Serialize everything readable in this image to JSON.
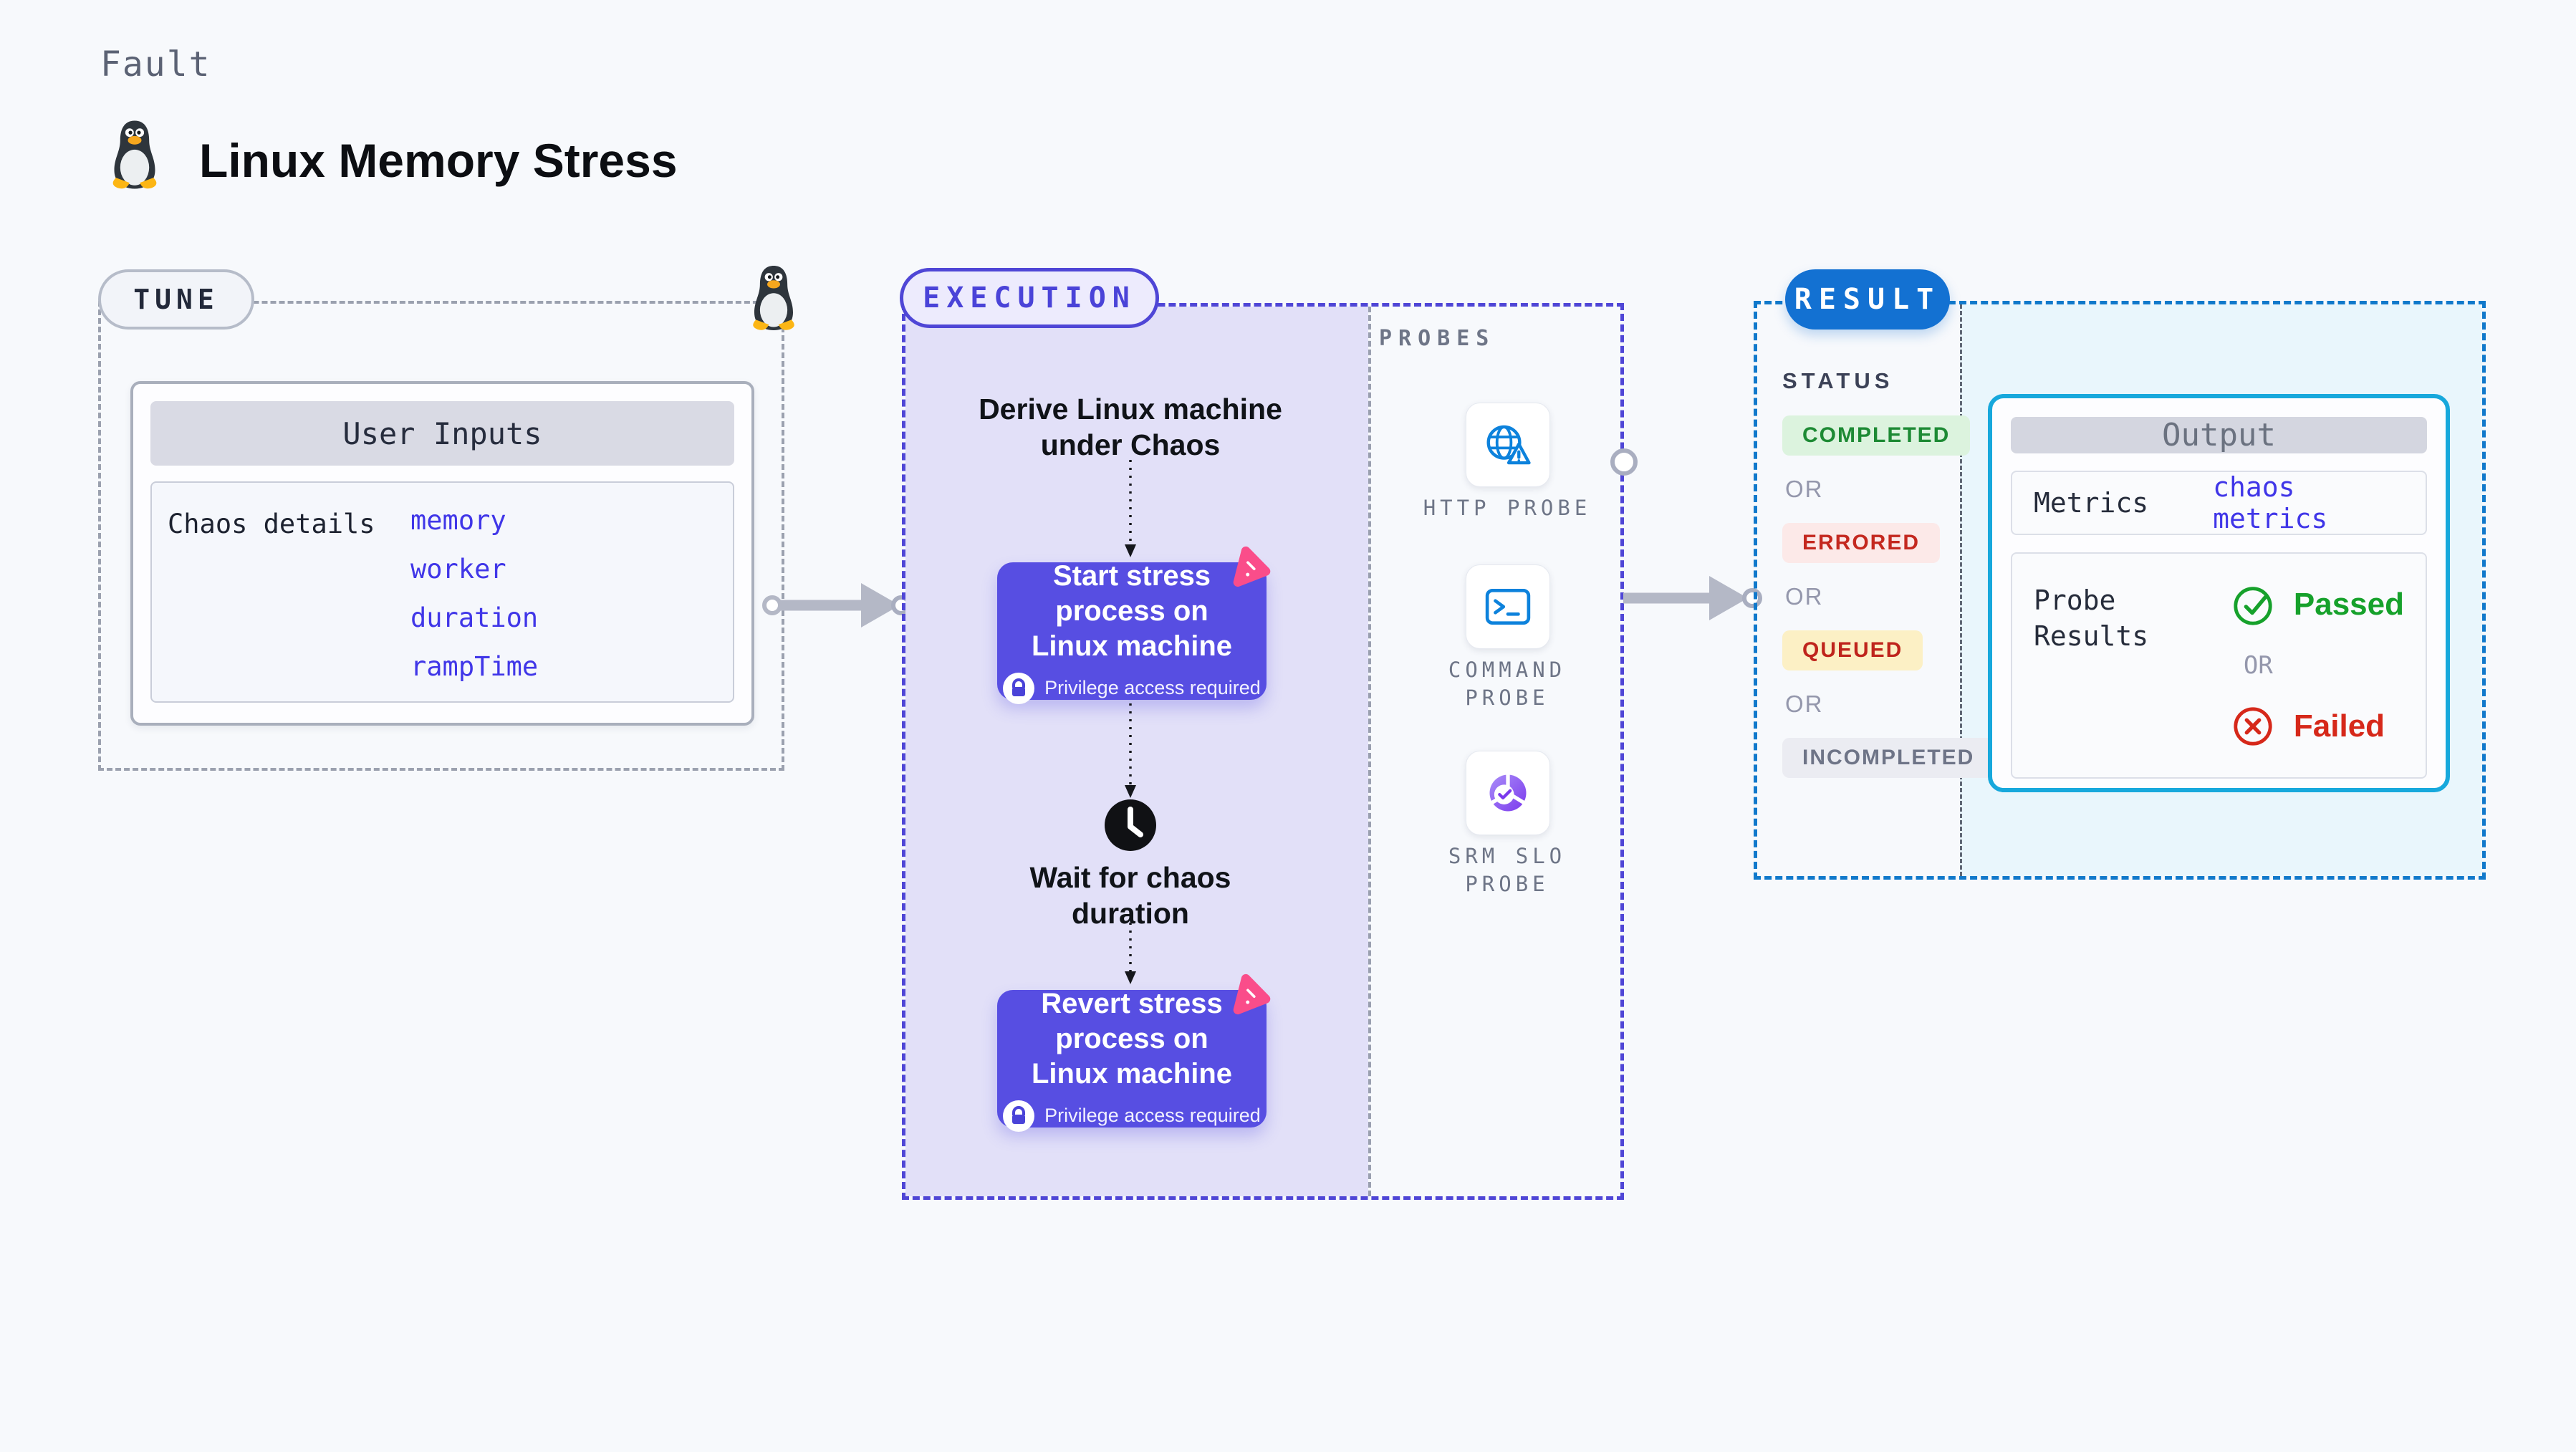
{
  "header": {
    "kicker": "Fault",
    "title": "Linux Memory Stress"
  },
  "tune": {
    "label": "TUNE",
    "card_title": "User Inputs",
    "row_label": "Chaos details",
    "links": [
      "memory",
      "worker",
      "duration",
      "rampTime"
    ]
  },
  "execution": {
    "label": "EXECUTION",
    "derive_text": "Derive Linux machine under Chaos",
    "start_label": "Start stress process on Linux machine",
    "privilege_badge": "Privilege access required",
    "wait_text": "Wait for chaos duration",
    "revert_label": "Revert stress process on Linux machine"
  },
  "probes": {
    "label": "PROBES",
    "items": [
      {
        "label": "HTTP PROBE",
        "icon": "globe-alert-icon"
      },
      {
        "label": "COMMAND PROBE",
        "icon": "terminal-icon"
      },
      {
        "label": "SRM SLO PROBE",
        "icon": "slo-donut-icon"
      }
    ]
  },
  "result": {
    "label": "RESULT",
    "status_title": "STATUS",
    "or_label": "OR",
    "statuses": [
      {
        "text": "COMPLETED",
        "fg": "#1d8a34",
        "bg": "#dcf3de"
      },
      {
        "text": "ERRORED",
        "fg": "#c4281f",
        "bg": "#fce9e8"
      },
      {
        "text": "QUEUED",
        "fg": "#bf241c",
        "bg": "#fcf0c5"
      },
      {
        "text": "INCOMPLETED",
        "fg": "#6e7487",
        "bg": "#ebecf2"
      }
    ],
    "output": {
      "title": "Output",
      "metrics_label": "Metrics",
      "metrics_link": "chaos metrics",
      "probe_results_label": "Probe Results",
      "passed": "Passed",
      "failed": "Failed"
    }
  },
  "colors": {
    "page_bg": "#f7f9fc",
    "accent_indigo": "#574ee2",
    "exec_dash": "#4f46d6",
    "exec_panel": "#e2e0f8",
    "result_blue": "#1371d2",
    "result_dash": "#1179cb",
    "result_panel": "#e9f6fc",
    "output_border": "#17a8dc",
    "link_blue": "#4036e8",
    "probe_icon_blue": "#0d82dc",
    "srm_purple": "#8b5cf6",
    "chaos_pink": "#fa4d8a",
    "arrow_gray": "#b4b8c6",
    "passed_green": "#16a12b",
    "failed_red": "#d6281a"
  }
}
